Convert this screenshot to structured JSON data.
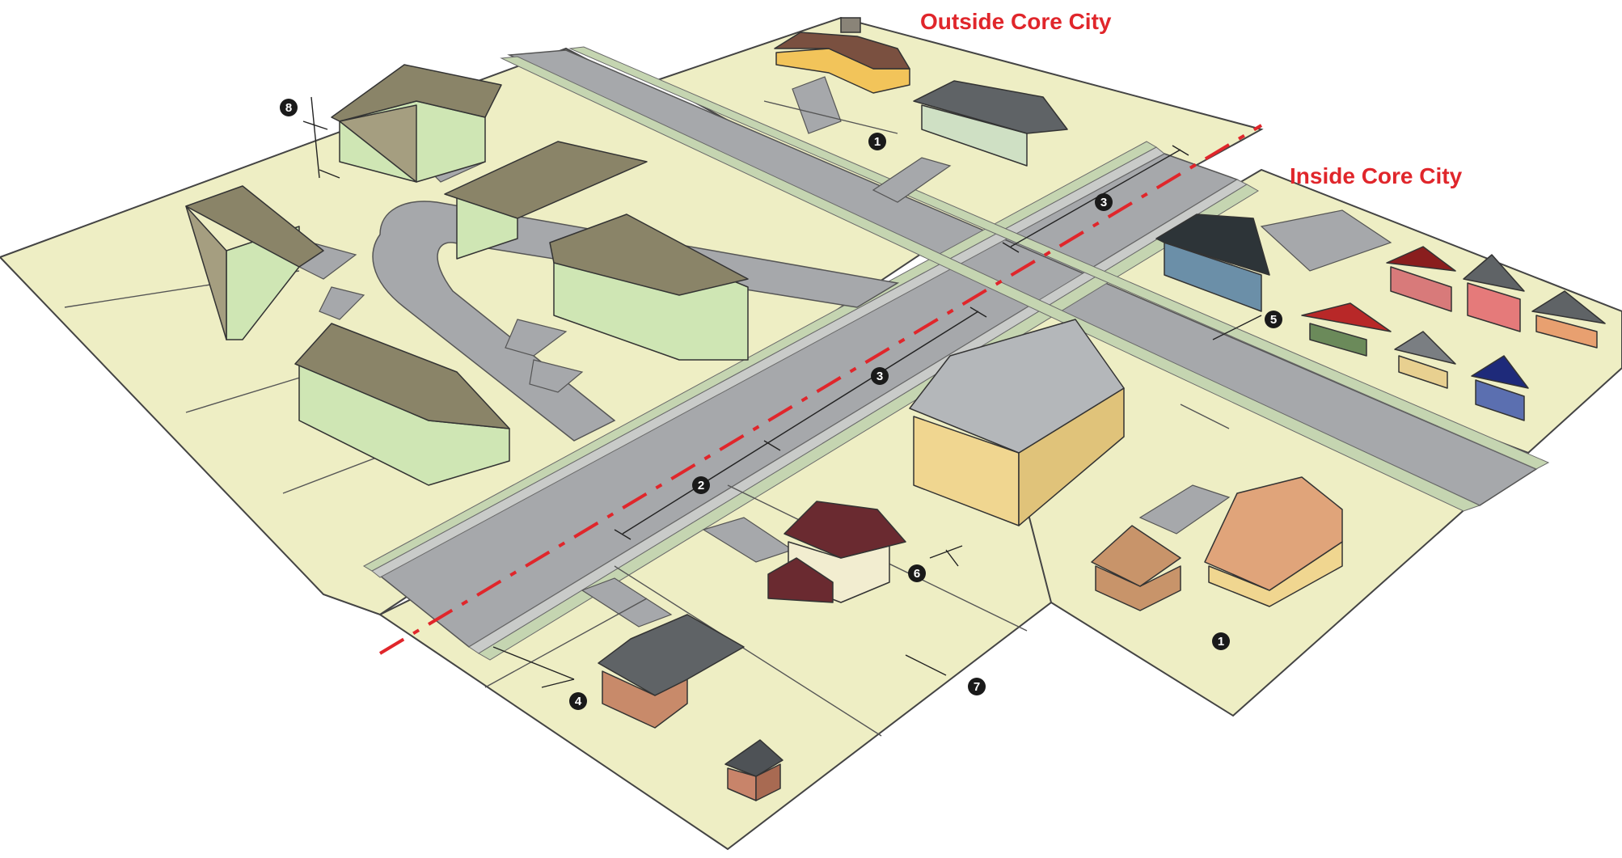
{
  "labels": {
    "outside": "Outside Core City",
    "inside": "Inside Core City"
  },
  "markers": [
    {
      "id": "m1a",
      "text": "1"
    },
    {
      "id": "m1b",
      "text": "1"
    },
    {
      "id": "m2",
      "text": "2"
    },
    {
      "id": "m3a",
      "text": "3"
    },
    {
      "id": "m3b",
      "text": "3"
    },
    {
      "id": "m4",
      "text": "4"
    },
    {
      "id": "m5",
      "text": "5"
    },
    {
      "id": "m6",
      "text": "6"
    },
    {
      "id": "m7",
      "text": "7"
    },
    {
      "id": "m8",
      "text": "8"
    }
  ],
  "colors": {
    "boundary_line": "#e0262b",
    "label": "#e0262b",
    "ground": "#eeeec4",
    "road": "#a6a8ab",
    "verge": "#c5d5b1",
    "marker": "#1a1a1a"
  }
}
